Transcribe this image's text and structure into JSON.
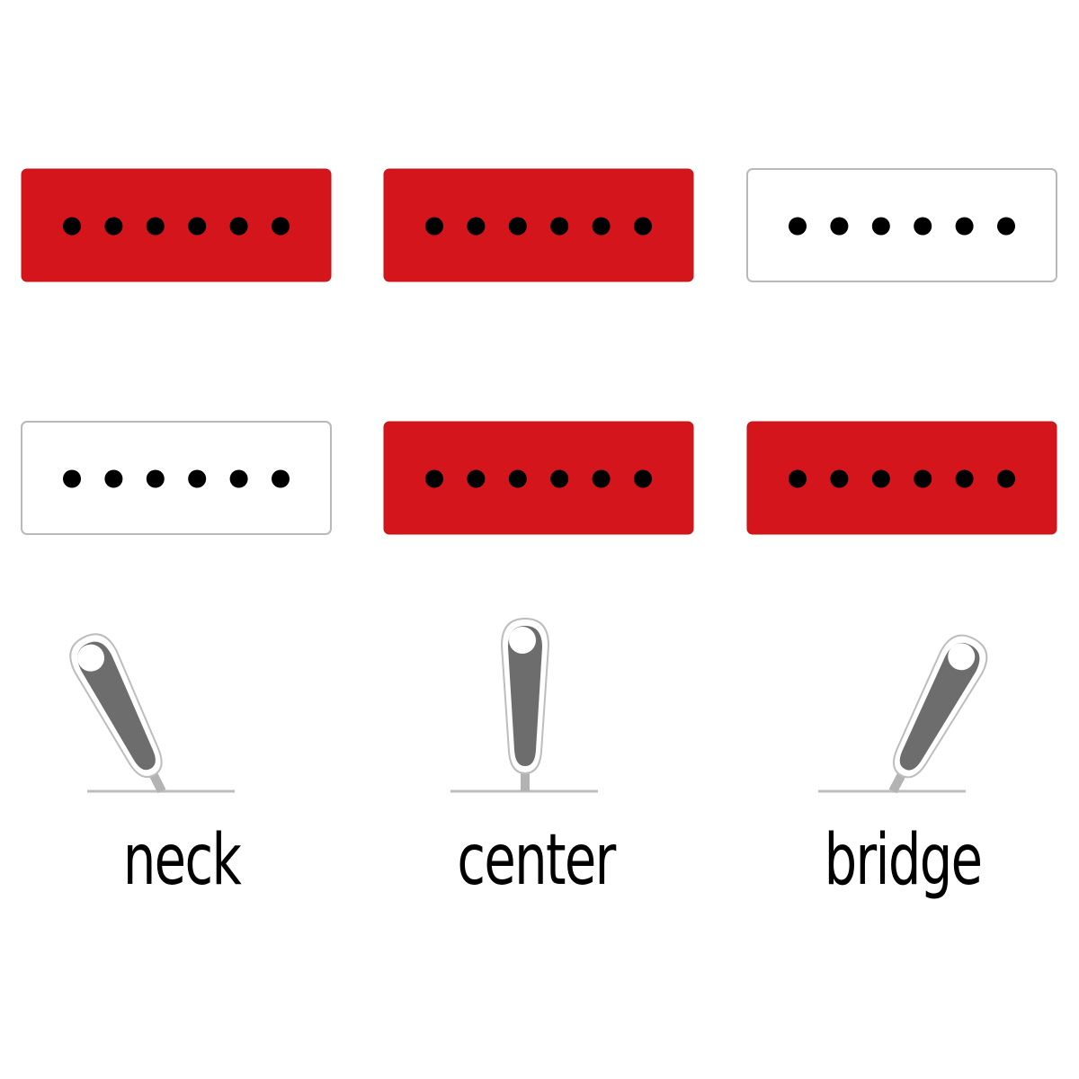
{
  "diagram": {
    "active_color": "#d4161c",
    "inactive_color": "#ffffff",
    "pole_color": "#000000",
    "lever_color": "#6d6d6d",
    "pole_count": 6,
    "positions": [
      {
        "label": "neck",
        "switch": "lever-left",
        "pickups": {
          "top": "active",
          "bottom": "inactive"
        }
      },
      {
        "label": "center",
        "switch": "lever-up",
        "pickups": {
          "top": "active",
          "bottom": "active"
        }
      },
      {
        "label": "bridge",
        "switch": "lever-right",
        "pickups": {
          "top": "inactive",
          "bottom": "active"
        }
      }
    ]
  }
}
